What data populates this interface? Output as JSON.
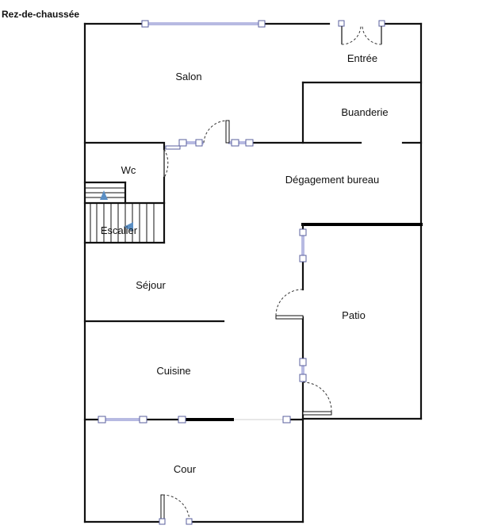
{
  "title": "Rez-de-chaussée",
  "rooms": {
    "salon": "Salon",
    "entree": "Entrée",
    "buanderie": "Buanderie",
    "wc": "Wc",
    "degagement": "Dégagement bureau",
    "escalier": "Escalier",
    "sejour": "Séjour",
    "patio": "Patio",
    "cuisine": "Cuisine",
    "cour": "Cour"
  },
  "colors": {
    "wall": "#111111",
    "window": "#6f75c4",
    "arrow": "#5b8fc4"
  }
}
